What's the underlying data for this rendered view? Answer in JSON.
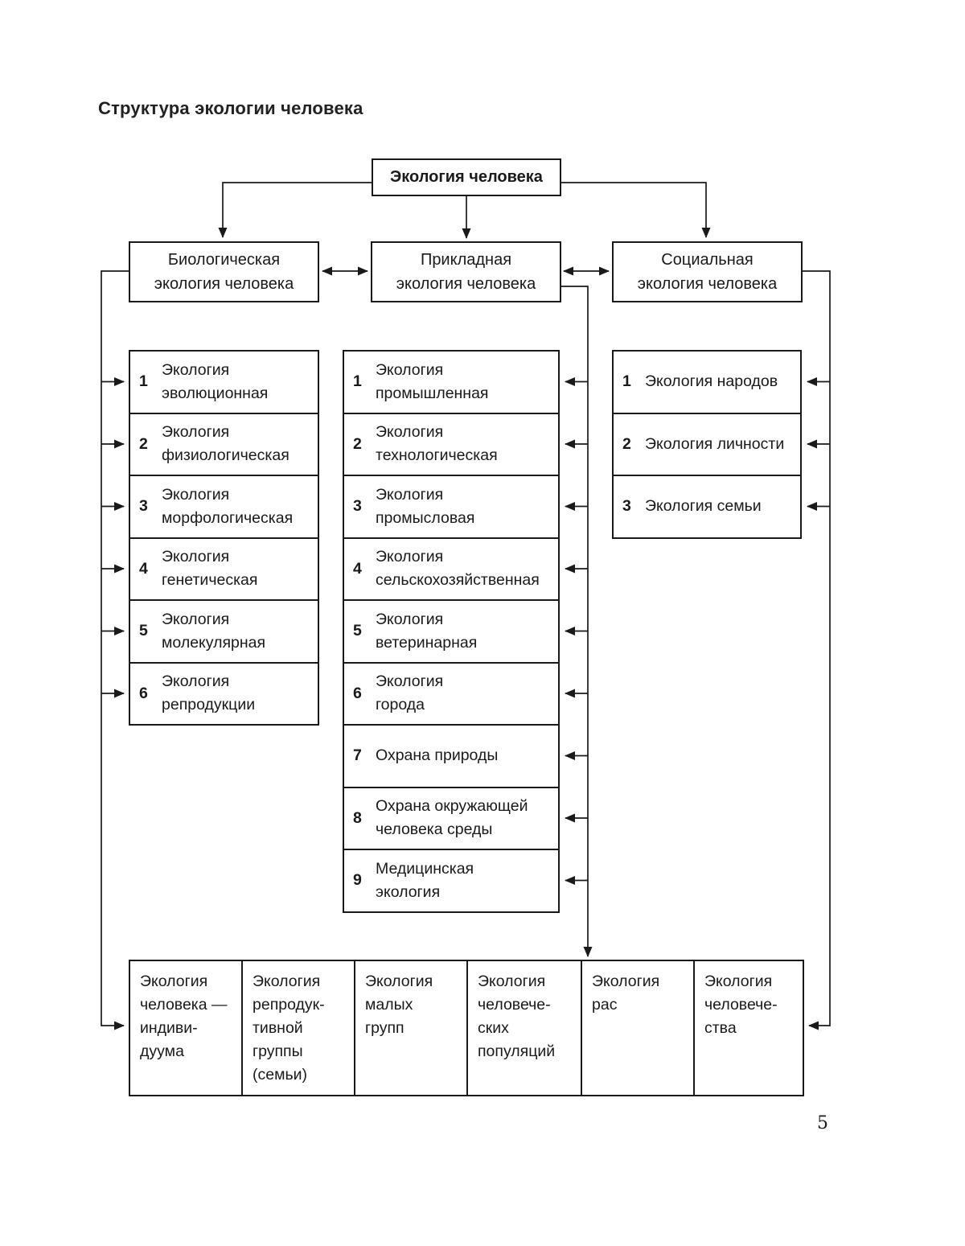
{
  "title": "Структура экологии человека",
  "page_number": "5",
  "root": {
    "label": "Экология человека"
  },
  "headers": {
    "bio": {
      "line1": "Биологическая",
      "line2": "экология человека"
    },
    "applied": {
      "line1": "Прикладная",
      "line2": "экология человека"
    },
    "social": {
      "line1": "Социальная",
      "line2": "экология человека"
    }
  },
  "bio_items": [
    {
      "num": "1",
      "text": "Экология\nэволюционная"
    },
    {
      "num": "2",
      "text": "Экология\nфизиологическая"
    },
    {
      "num": "3",
      "text": "Экология\nморфологическая"
    },
    {
      "num": "4",
      "text": "Экология\nгенетическая"
    },
    {
      "num": "5",
      "text": "Экология\nмолекулярная"
    },
    {
      "num": "6",
      "text": "Экология\nрепродукции"
    }
  ],
  "applied_items": [
    {
      "num": "1",
      "text": "Экология\nпромышленная"
    },
    {
      "num": "2",
      "text": "Экология\nтехнологическая"
    },
    {
      "num": "3",
      "text": "Экология\nпромысловая"
    },
    {
      "num": "4",
      "text": "Экология\nсельскохозяйственная"
    },
    {
      "num": "5",
      "text": "Экология\nветеринарная"
    },
    {
      "num": "6",
      "text": "Экология\nгорода"
    },
    {
      "num": "7",
      "text": "Охрана природы"
    },
    {
      "num": "8",
      "text": "Охрана окружающей\nчеловека среды"
    },
    {
      "num": "9",
      "text": "Медицинская\nэкология"
    }
  ],
  "social_items": [
    {
      "num": "1",
      "text": "Экология народов"
    },
    {
      "num": "2",
      "text": "Экология личности"
    },
    {
      "num": "3",
      "text": "Экология семьи"
    }
  ],
  "bottom_cells": [
    {
      "text": "Экология\nчеловека —\nиндиви-\nдуума"
    },
    {
      "text": "Экология\nрепродук-\nтивной\nгруппы\n(семьи)"
    },
    {
      "text": "Экология\nмалых\nгрупп"
    },
    {
      "text": "Экология\nчеловече-\nских\nпопуляций"
    },
    {
      "text": "Экология\nрас"
    },
    {
      "text": "Экология\nчеловече-\nства"
    }
  ]
}
